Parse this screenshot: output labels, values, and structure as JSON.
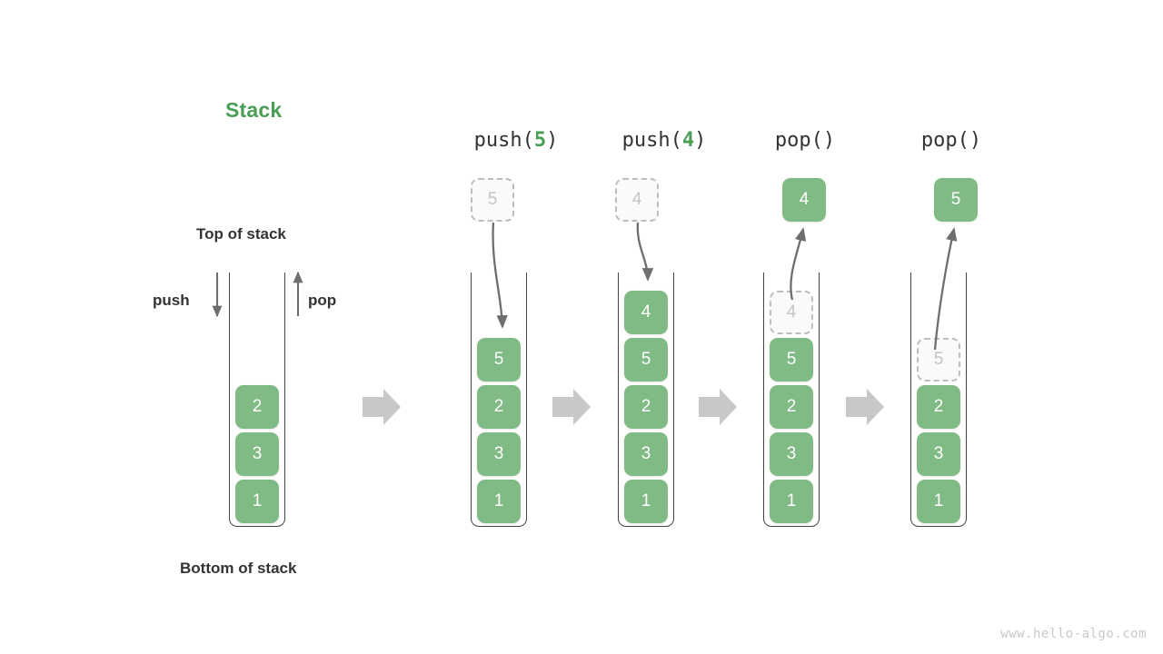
{
  "diagram": {
    "title": "Stack",
    "labels": {
      "top_of_stack": "Top of stack",
      "bottom_of_stack": "Bottom of stack",
      "push": "push",
      "pop": "pop"
    },
    "watermark": "www.hello-algo.com",
    "colors": {
      "accent_green": "#4a9e55",
      "cell_green": "#80ba85",
      "ghost_border": "#bdbdbd",
      "ghost_text": "#c4c4c4",
      "arrow_gray": "#6e6e6e",
      "flow_arrow_gray": "#c8c8c8",
      "text_dark": "#333333",
      "watermark_gray": "#c9c9c9"
    },
    "columns": [
      {
        "caption_prefix": "",
        "caption": "",
        "arg": "",
        "cells": [
          "2",
          "3",
          "1"
        ],
        "incoming": null,
        "outgoing": null
      },
      {
        "caption_prefix": "push(",
        "caption_suffix": ")",
        "arg": "5",
        "cells": [
          "5",
          "2",
          "3",
          "1"
        ],
        "floating_value": "5",
        "floating_state": "ghost",
        "motion": "in"
      },
      {
        "caption_prefix": "push(",
        "caption_suffix": ")",
        "arg": "4",
        "cells": [
          "4",
          "5",
          "2",
          "3",
          "1"
        ],
        "floating_value": "4",
        "floating_state": "ghost",
        "motion": "in"
      },
      {
        "caption_prefix": "pop(",
        "caption_suffix": ")",
        "arg": "",
        "cells": [
          "4",
          "5",
          "2",
          "3",
          "1"
        ],
        "ghost_index": 0,
        "floating_value": "4",
        "floating_state": "solid",
        "motion": "out"
      },
      {
        "caption_prefix": "pop(",
        "caption_suffix": ")",
        "arg": "",
        "cells": [
          "5",
          "2",
          "3",
          "1"
        ],
        "ghost_index": 0,
        "floating_value": "5",
        "floating_state": "solid",
        "motion": "out"
      }
    ]
  }
}
